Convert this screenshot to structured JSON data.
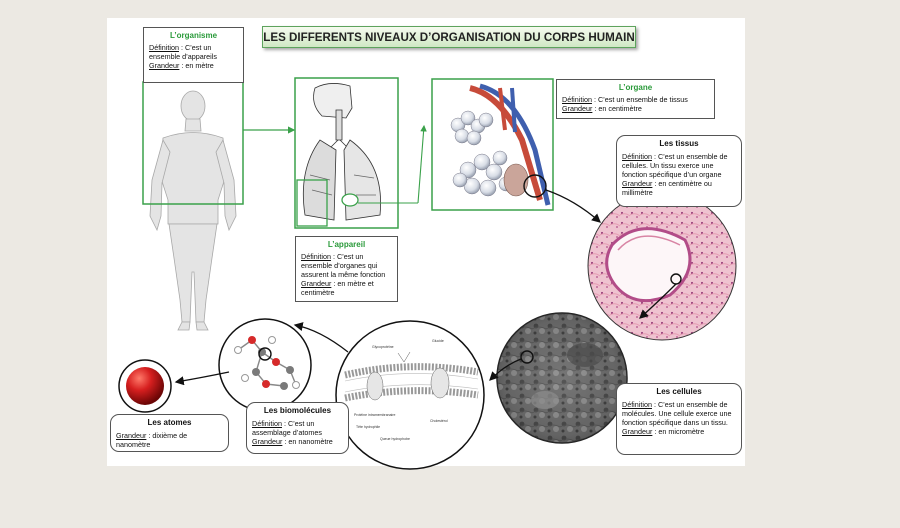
{
  "title": "LES DIFFERENTS NIVEAUX D’ORGANISATION DU CORPS HUMAIN",
  "organisme": {
    "title": "L’organisme",
    "def_label": "Définition",
    "def_text": " : C’est un ensemble d’appareils",
    "size_label": "Grandeur",
    "size_text": " :  en mètre"
  },
  "appareil": {
    "title": "L’appareil",
    "def_label": "Définition",
    "def_text": " : C’est un ensemble d’organes qui assurent la même fonction",
    "size_label": "Grandeur",
    "size_text": " :  en mètre et centimètre"
  },
  "organe": {
    "title": "L’organe",
    "def_label": "Définition",
    "def_text": " : C’est un ensemble de  tissus",
    "size_label": "Grandeur",
    "size_text": " :   en centimètre"
  },
  "tissus": {
    "title": "Les tissus",
    "def_label": "Définition",
    "def_text": " : C’est un ensemble de cellules. Un tissu exerce une fonction spécifique d’un organe",
    "size_label": "Grandeur",
    "size_text": " :  en centimètre ou millimètre"
  },
  "cellules": {
    "title": "Les cellules",
    "def_label": "Définition",
    "def_text": " : C’est un ensemble de molécules. Une cellule exerce une fonction spécifique dans un tissu.",
    "size_label": "Grandeur",
    "size_text": " :  en micromètre"
  },
  "biomolecules": {
    "title": "Les biomolécules",
    "def_label": "Définition",
    "def_text": " : C’est un assemblage d’atomes",
    "size_label": "Grandeur",
    "size_text": " :   en nanomètre"
  },
  "atomes": {
    "title": "Les atomes",
    "size_label": "Grandeur",
    "size_text": " : dixième de nanomètre"
  },
  "membrane_labels": [
    "Protéine intramembranaire",
    "Tête hydrophile",
    "Queue hydrophobe",
    "Cholestérol",
    "Glucide",
    "Glycoprotéine"
  ],
  "colors": {
    "green_frame": "#3aa14a",
    "title_green": "#2a9a3a",
    "tissue_pink": "#e8a3b8",
    "atom_red": "#d61f1f"
  }
}
